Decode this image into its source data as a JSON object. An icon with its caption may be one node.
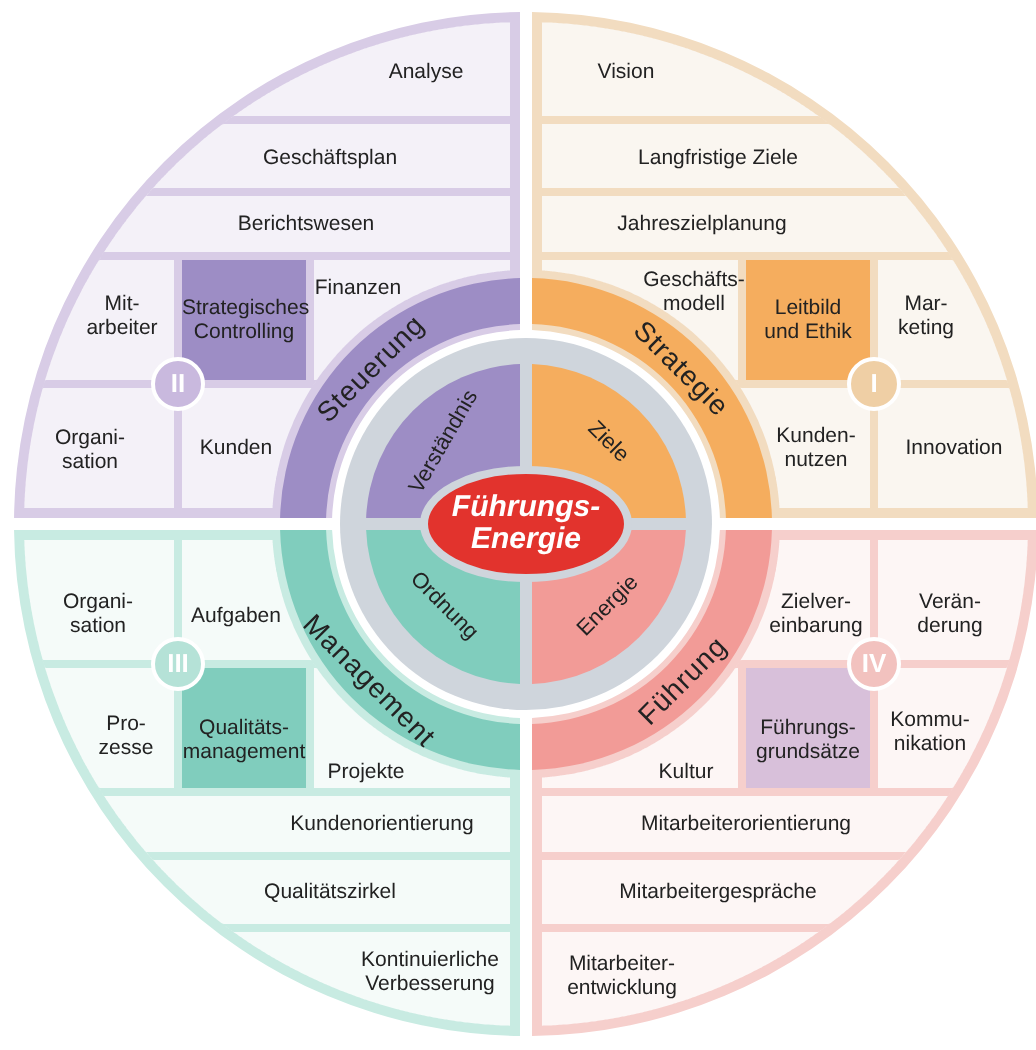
{
  "diagram": {
    "nodes": [
      {
        "text": [
          "Führungs- Energie"
        ]
      },
      {
        "text": [
          "Verständnis"
        ]
      },
      {
        "text": [
          "Ziele"
        ]
      },
      {
        "text": [
          "Ordnung"
        ]
      },
      {
        "text": [
          "Energie"
        ]
      },
      {
        "text": [
          "Steuerung"
        ]
      },
      {
        "text": [
          "Strategie"
        ]
      },
      {
        "text": [
          "Management"
        ]
      },
      {
        "text": [
          "Führung"
        ]
      },
      {
        "text": [
          "II"
        ]
      },
      {
        "text": [
          "I"
        ]
      },
      {
        "text": [
          "III"
        ]
      },
      {
        "text": [
          "IV"
        ]
      },
      {
        "text": [
          "Analyse"
        ]
      },
      {
        "text": [
          "Geschäftsplan"
        ]
      },
      {
        "text": [
          "Berichtswesen"
        ]
      },
      {
        "text": [
          "Mit- arbeiter"
        ]
      },
      {
        "text": [
          "Strategisches Controlling"
        ]
      },
      {
        "text": [
          "Finanzen"
        ]
      },
      {
        "text": [
          "Organi- sation"
        ]
      },
      {
        "text": [
          "Kunden"
        ]
      },
      {
        "text": [
          "Vision"
        ]
      },
      {
        "text": [
          "Langfristige Ziele"
        ]
      },
      {
        "text": [
          "Jahreszielplanung"
        ]
      },
      {
        "text": [
          "Geschäfts- modell"
        ]
      },
      {
        "text": [
          "Leitbild und Ethik"
        ]
      },
      {
        "text": [
          "Mar- keting"
        ]
      },
      {
        "text": [
          "Kunden- nutzen"
        ]
      },
      {
        "text": [
          "Innovation"
        ]
      },
      {
        "text": [
          "Organi- sation"
        ]
      },
      {
        "text": [
          "Aufgaben"
        ]
      },
      {
        "text": [
          "Pro- zesse"
        ]
      },
      {
        "text": [
          "Qualitäts- management"
        ]
      },
      {
        "text": [
          "Projekte"
        ]
      },
      {
        "text": [
          "Kundenorientierung"
        ]
      },
      {
        "text": [
          "Qualitätszirkel"
        ]
      },
      {
        "text": [
          "Kontinuierliche Verbesserung"
        ]
      },
      {
        "text": [
          "Zielver- einbarung"
        ]
      },
      {
        "text": [
          "Verän- derung"
        ]
      },
      {
        "text": [
          "Kultur"
        ]
      },
      {
        "text": [
          "Führungs- grundsätze"
        ]
      },
      {
        "text": [
          "Kommu- nikation"
        ]
      },
      {
        "text": [
          "Mitarbeiterorientierung"
        ]
      },
      {
        "text": [
          "Mitarbeitergespräche"
        ]
      },
      {
        "text": [
          "Mitarbeiter- entwicklung"
        ]
      }
    ]
  }
}
